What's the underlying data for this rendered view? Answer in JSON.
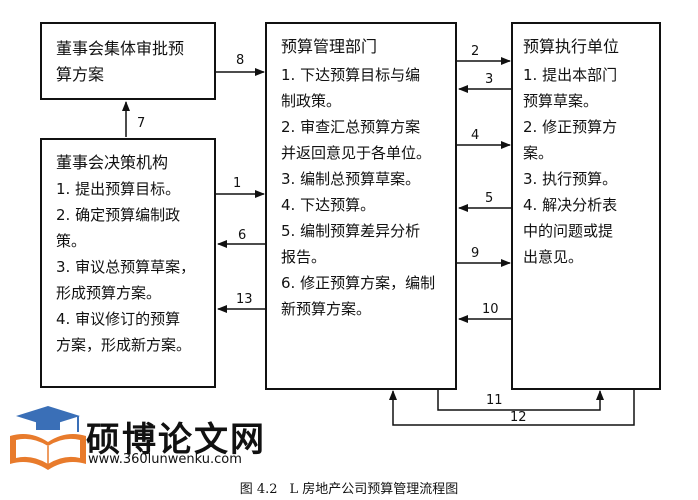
{
  "board": {
    "lines": [
      "董事会集体审批预",
      "算方案"
    ]
  },
  "committee": {
    "title": "董事会决策机构",
    "items": [
      "1. 提出预算目标。",
      "2. 确定预算编制政",
      "策。",
      "3. 审议总预算草案，",
      "形成预算方案。",
      "4. 审议修订的预算",
      "方案，形成新方案。"
    ]
  },
  "budget_dept": {
    "title": "预算管理部门",
    "items": [
      "1. 下达预算目标与编",
      "制政策。",
      "2. 审查汇总预算方案",
      "并返回意见于各单位。",
      "3. 编制总预算草案。",
      "4. 下达预算。",
      "5. 编制预算差异分析",
      "报告。",
      "6. 修正预算方案，编制",
      "新预算方案。"
    ]
  },
  "exec_unit": {
    "title": "预算执行单位",
    "items": [
      "1. 提出本部门",
      "预算草案。",
      "2. 修正预算方",
      "案。",
      "3. 执行预算。",
      "4. 解决分析表",
      "中的问题或提",
      "出意见。"
    ]
  },
  "arrows": {
    "a1": "1",
    "a2": "2",
    "a3": "3",
    "a4": "4",
    "a5": "5",
    "a6": "6",
    "a7": "7",
    "a8": "8",
    "a9": "9",
    "a10": "10",
    "a11": "11",
    "a12": "12",
    "a13": "13"
  },
  "watermark": {
    "name": "硕博论文网",
    "url": "www.360lunwenku.com"
  },
  "caption": {
    "figure": "图 4.2",
    "title": "L 房地产公司预算管理流程图"
  }
}
